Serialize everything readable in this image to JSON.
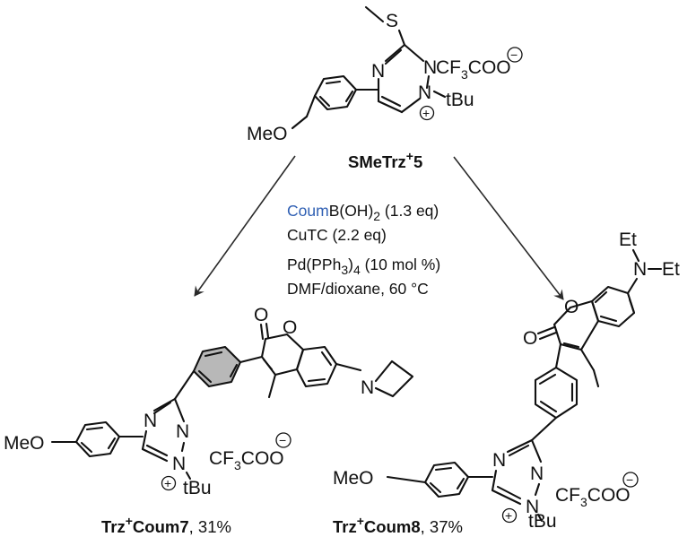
{
  "reactant": {
    "name": "SMeTrz",
    "charge_label": "+",
    "number": "5",
    "labels": {
      "S": "S",
      "N": "N",
      "CF3": "CF",
      "CF3_sub": "3",
      "COO": "COO",
      "minus": "−",
      "tBu": "tBu",
      "plus": "+",
      "MeO": "MeO"
    }
  },
  "conditions": {
    "line1_colored": "Coum",
    "line1_rest": "B(OH)",
    "line1_sub": "2",
    "line1_tail": " (1.3 eq)",
    "line2": "CuTC (2.2 eq)",
    "line3_a": "Pd(PPh",
    "line3_sub": "3",
    "line3_b": ")",
    "line3_sub2": "4",
    "line3_c": " (10 mol %)",
    "line4": "DMF/dioxane, 60 °C",
    "highlight_color": "#2f5fb3"
  },
  "product1": {
    "name_a": "Trz",
    "name_sup": "+",
    "name_b": "Coum7",
    "yield": ", 31%",
    "labels": {
      "O": "O",
      "N": "N",
      "MeO": "MeO",
      "CF3": "CF",
      "CF3_sub": "3",
      "COO": "COO",
      "minus": "−",
      "tBu": "tBu",
      "plus": "+"
    }
  },
  "product2": {
    "name_a": "Trz",
    "name_sup": "+",
    "name_b": "Coum8",
    "yield": ", 37%",
    "labels": {
      "O": "O",
      "N": "N",
      "Et": "Et",
      "MeO": "MeO",
      "CF3": "CF",
      "CF3_sub": "3",
      "COO": "COO",
      "minus": "−",
      "tBu": "tBu",
      "plus": "+"
    }
  }
}
